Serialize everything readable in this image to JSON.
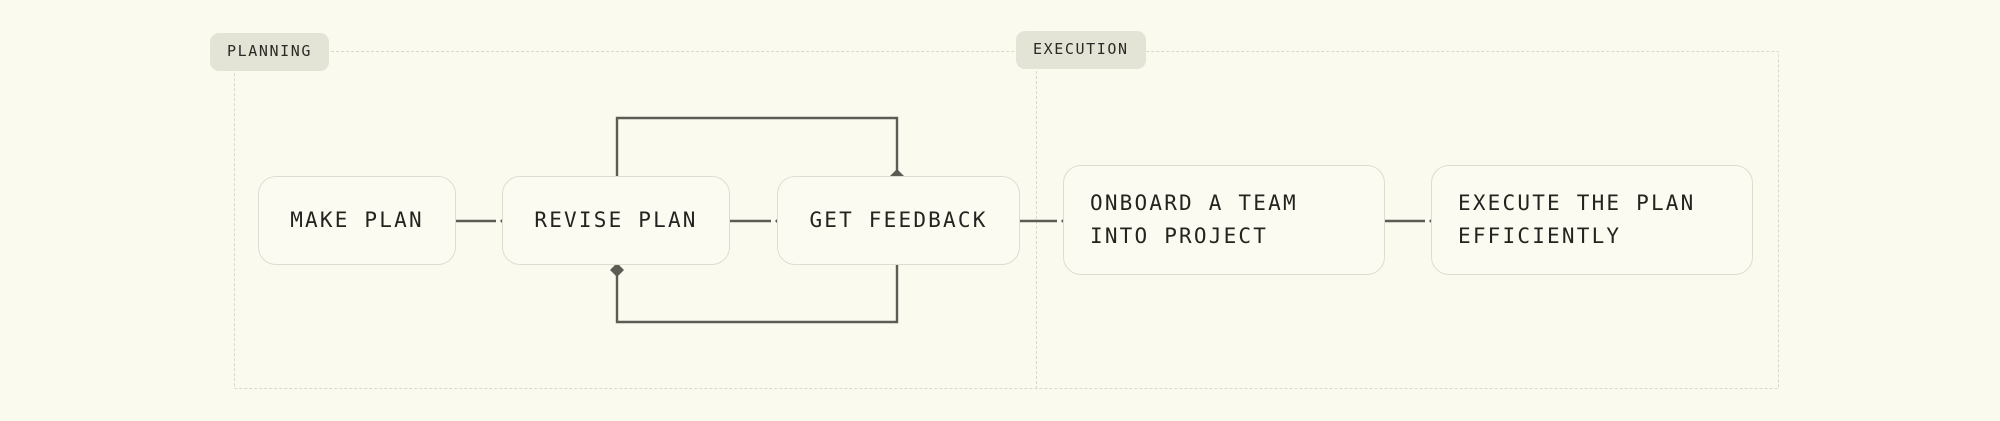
{
  "diagram": {
    "title_tags": [
      {
        "id": "planning",
        "label": "PLANNING"
      },
      {
        "id": "execution",
        "label": "EXECUTION"
      }
    ],
    "nodes": [
      {
        "id": "make-plan",
        "label": "MAKE PLAN",
        "align": "center"
      },
      {
        "id": "revise-plan",
        "label": "REVISE PLAN",
        "align": "center"
      },
      {
        "id": "get-feedback",
        "label": "GET FEEDBACK",
        "align": "center"
      },
      {
        "id": "onboard",
        "label": "ONBOARD A TEAM\nINTO PROJECT",
        "align": "left"
      },
      {
        "id": "execute",
        "label": "EXECUTE THE PLAN\nEFFICIENTLY",
        "align": "left"
      }
    ],
    "edges": [
      {
        "id": "make-plan-to-revise-plan",
        "from": "make-plan",
        "to": "revise-plan",
        "kind": "straight"
      },
      {
        "id": "revise-plan-to-get-feedback",
        "from": "revise-plan",
        "to": "get-feedback",
        "kind": "straight"
      },
      {
        "id": "get-feedback-to-onboard",
        "from": "get-feedback",
        "to": "onboard",
        "kind": "straight"
      },
      {
        "id": "onboard-to-execute",
        "from": "onboard",
        "to": "execute",
        "kind": "straight"
      },
      {
        "id": "revise-plan-to-get-feedback-loop-top",
        "from": "revise-plan",
        "to": "get-feedback",
        "kind": "loop-top"
      },
      {
        "id": "get-feedback-to-revise-plan-loop-bottom",
        "from": "get-feedback",
        "to": "revise-plan",
        "kind": "loop-bottom"
      }
    ],
    "colors": {
      "page_background": "#FAFAEF",
      "node_background": "#FBFBF1",
      "node_border": "#DEDED0",
      "tag_background": "#E3E3D6",
      "group_border": "#D9D9CB",
      "connector": "#5C5C54",
      "text": "#23231F"
    }
  }
}
